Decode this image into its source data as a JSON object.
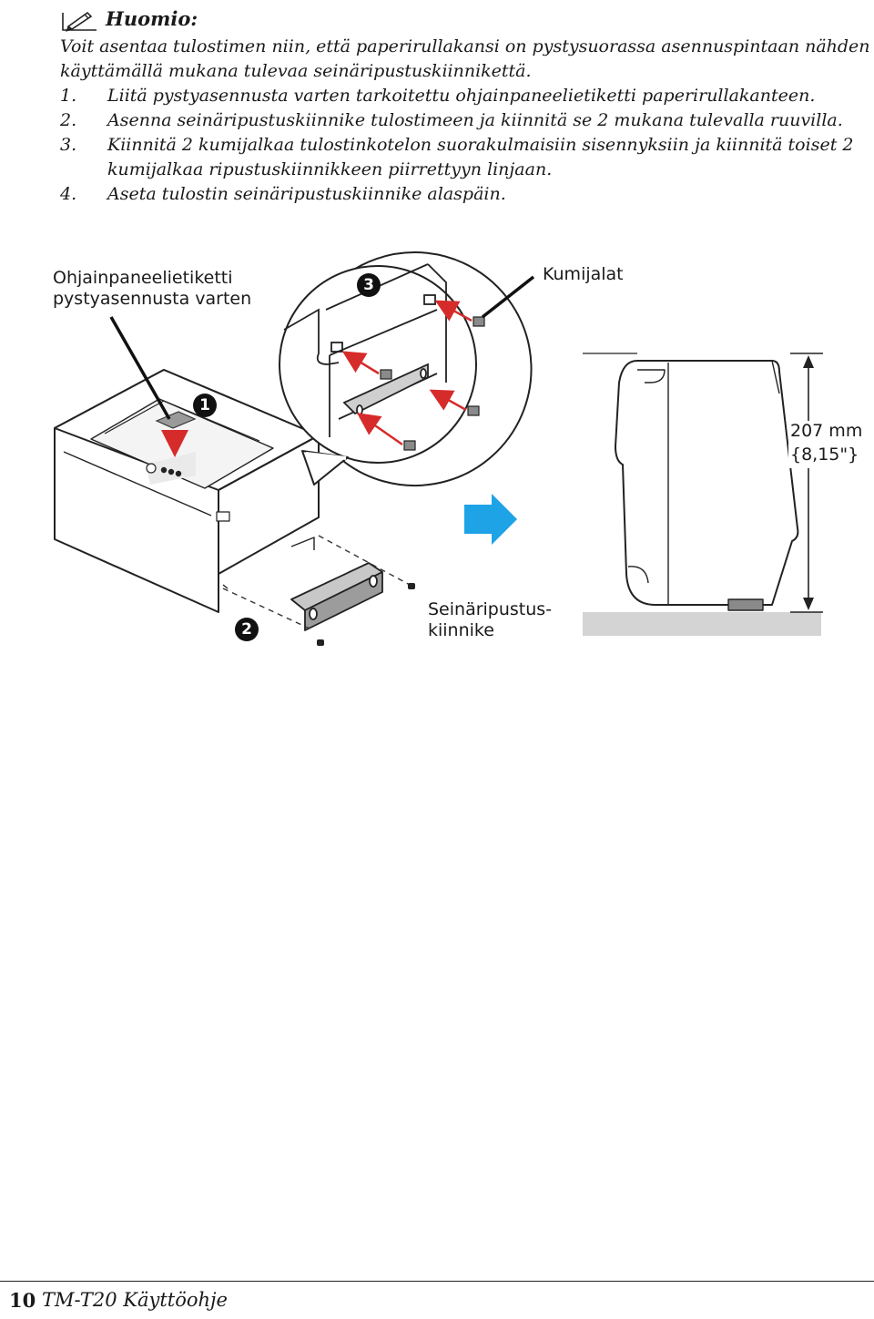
{
  "note": {
    "icon": "pencil-icon",
    "title": "Huomio:",
    "intro": "Voit asentaa tulostimen niin, että paperirullakansi on pystysuorassa asennuspintaan nähden käyttämällä mukana tulevaa seinäripustuskiinnikettä.",
    "steps": [
      {
        "num": "1.",
        "text": "Liitä pystyasennusta varten tarkoitettu ohjainpaneelietiketti paperirullakanteen."
      },
      {
        "num": "2.",
        "text": "Asenna seinäripustuskiinnike tulostimeen ja kiinnitä se 2 mukana tulevalla ruuvilla."
      },
      {
        "num": "3.",
        "text": "Kiinnitä 2 kumijalkaa tulostinkotelon suorakulmaisiin sisennyksiin ja kiinnitä toiset 2 kumijalkaa ripustuskiinnikkeen piirrettyyn linjaan."
      },
      {
        "num": "4.",
        "text": "Aseta tulostin seinäripustuskiinnike alaspäin."
      }
    ]
  },
  "figure": {
    "label_control_panel_line1": "Ohjainpaneelietiketti",
    "label_control_panel_line2": "pystyasennusta varten",
    "label_feet": "Kumijalat",
    "label_bracket_line1": "Seinäripustus-",
    "label_bracket_line2": "kiinnike",
    "dimension_line1": "207 mm",
    "dimension_line2": "{8,15\"}",
    "badge_1": "1",
    "badge_2": "2",
    "badge_3": "3",
    "arrow_color": "#d62b2b",
    "direction_arrow_color": "#1ea3e6"
  },
  "footer": {
    "page_number": "10",
    "manual_title": "TM-T20 Käyttöohje"
  }
}
